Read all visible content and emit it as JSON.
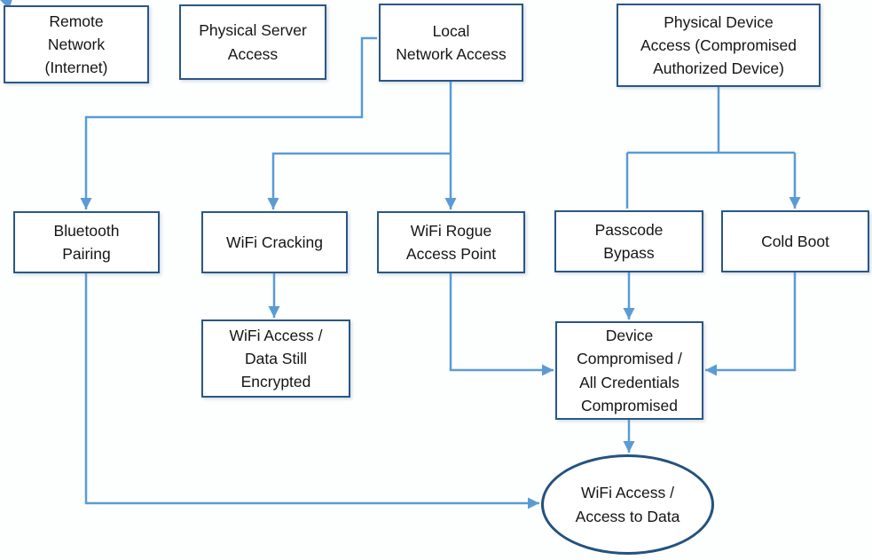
{
  "title": "Attack vector flowchart",
  "colors": {
    "box_border": "#2a5784",
    "ellipse_border": "#24527e",
    "connector": "#5b9bd5",
    "text": "#151515",
    "background": "#fdfefe"
  },
  "nodes": {
    "remote_network": {
      "label": "Remote\nNetwork\n(Internet)",
      "shape": "rect"
    },
    "physical_server": {
      "label": "Physical Server\nAccess",
      "shape": "rect"
    },
    "local_network": {
      "label": "Local\nNetwork Access",
      "shape": "rect"
    },
    "physical_device": {
      "label": "Physical Device\nAccess (Compromised\nAuthorized Device)",
      "shape": "rect"
    },
    "bluetooth_pairing": {
      "label": "Bluetooth\nPairing",
      "shape": "rect"
    },
    "wifi_cracking": {
      "label": "WiFi Cracking",
      "shape": "rect"
    },
    "wifi_rogue": {
      "label": "WiFi Rogue\nAccess Point",
      "shape": "rect"
    },
    "passcode_bypass": {
      "label": "Passcode\nBypass",
      "shape": "rect"
    },
    "cold_boot": {
      "label": "Cold Boot",
      "shape": "rect"
    },
    "wifi_access_encrypted": {
      "label": "WiFi Access /\nData Still\nEncrypted",
      "shape": "rect"
    },
    "device_compromised": {
      "label": "Device\nCompromised /\nAll Credentials\nCompromised",
      "shape": "rect"
    },
    "wifi_access_data": {
      "label": "WiFi Access /\nAccess to Data",
      "shape": "ellipse"
    }
  },
  "edges": [
    {
      "from": "local_network",
      "to": "bluetooth_pairing"
    },
    {
      "from": "local_network",
      "to": "wifi_cracking"
    },
    {
      "from": "local_network",
      "to": "wifi_rogue"
    },
    {
      "from": "physical_device",
      "to": "passcode_bypass"
    },
    {
      "from": "physical_device",
      "to": "cold_boot"
    },
    {
      "from": "wifi_cracking",
      "to": "wifi_access_encrypted"
    },
    {
      "from": "wifi_rogue",
      "to": "device_compromised"
    },
    {
      "from": "passcode_bypass",
      "to": "device_compromised"
    },
    {
      "from": "cold_boot",
      "to": "device_compromised"
    },
    {
      "from": "device_compromised",
      "to": "wifi_access_data"
    },
    {
      "from": "bluetooth_pairing",
      "to": "wifi_access_data"
    }
  ]
}
